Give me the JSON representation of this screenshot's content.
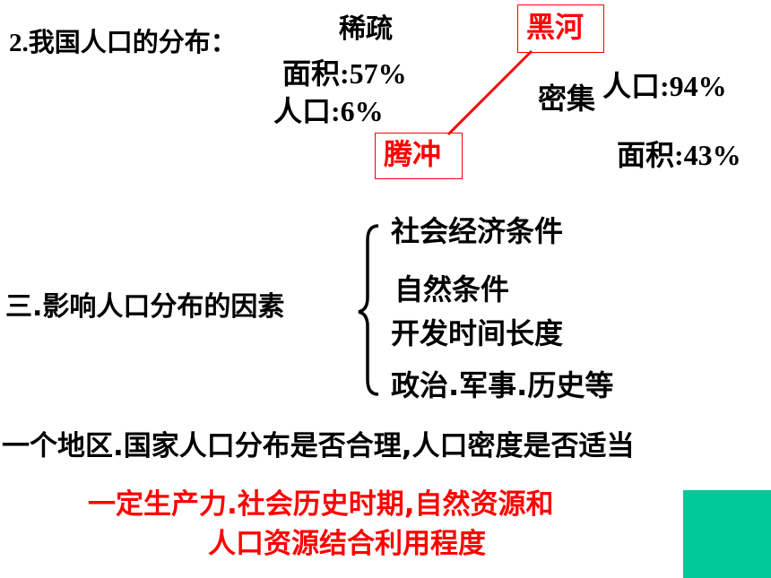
{
  "section2": {
    "title": "2.我国人口的分布：",
    "sparse_label": "稀疏",
    "sparse_area": "面积:57%",
    "sparse_pop": "人口:6%",
    "dense_label": "密集",
    "dense_pop": "人口:94%",
    "dense_area": "面积:43%",
    "north_city": "黑河",
    "south_city": "腾冲"
  },
  "section3": {
    "title": "三.影响人口分布的因素",
    "factors": [
      "社会经济条件",
      "自然条件",
      "开发时间长度",
      "政治.军事.历史等"
    ]
  },
  "statement": "一个地区.国家人口分布是否合理,人口密度是否适当",
  "answer_line1": "一定生产力.社会历史时期,自然资源和",
  "answer_line2": "人口资源结合利用程度",
  "colors": {
    "emphasis": "#ff0000",
    "accent_block": "#00c896"
  }
}
